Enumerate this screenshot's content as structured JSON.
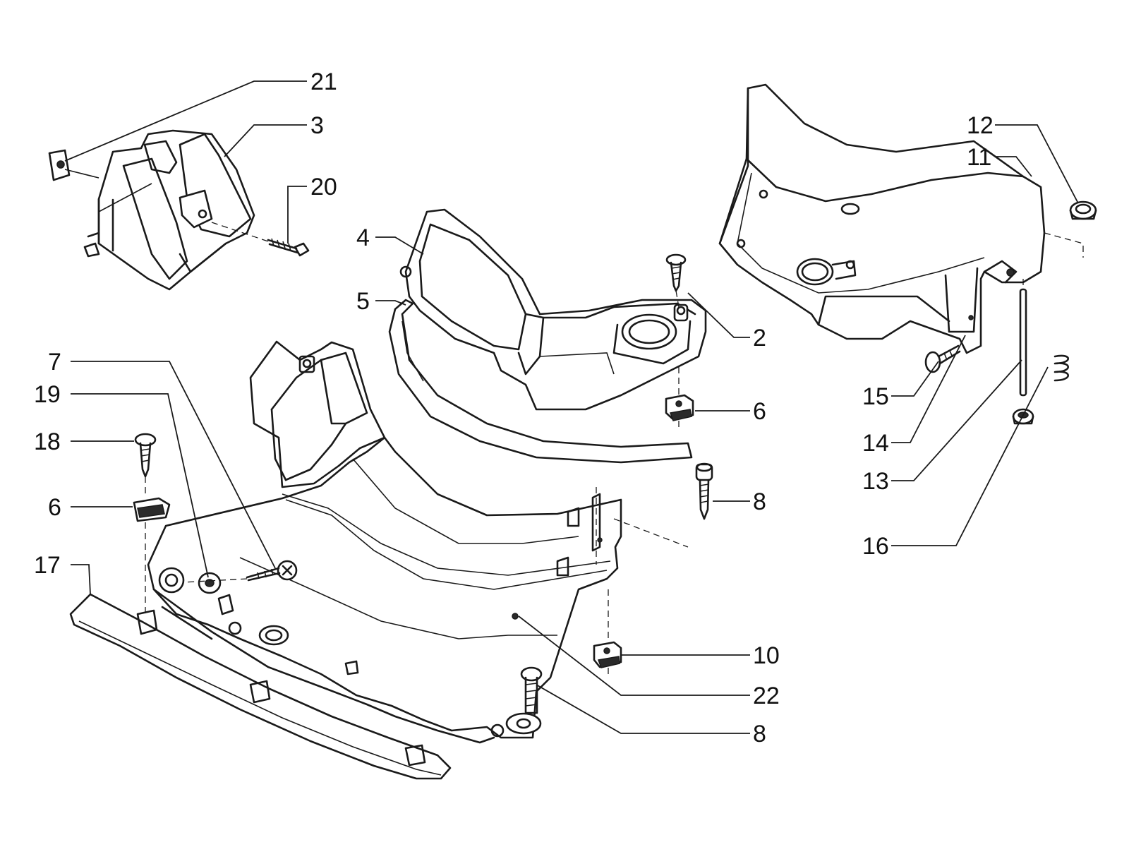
{
  "callouts": [
    {
      "id": "c21",
      "label": "21"
    },
    {
      "id": "c3",
      "label": "3"
    },
    {
      "id": "c20",
      "label": "20"
    },
    {
      "id": "c4",
      "label": "4"
    },
    {
      "id": "c5",
      "label": "5"
    },
    {
      "id": "c2",
      "label": "2"
    },
    {
      "id": "c6a",
      "label": "6"
    },
    {
      "id": "c8a",
      "label": "8"
    },
    {
      "id": "c7",
      "label": "7"
    },
    {
      "id": "c19",
      "label": "19"
    },
    {
      "id": "c18",
      "label": "18"
    },
    {
      "id": "c6b",
      "label": "6"
    },
    {
      "id": "c17",
      "label": "17"
    },
    {
      "id": "c10",
      "label": "10"
    },
    {
      "id": "c22",
      "label": "22"
    },
    {
      "id": "c8b",
      "label": "8"
    },
    {
      "id": "c12",
      "label": "12"
    },
    {
      "id": "c11",
      "label": "11"
    },
    {
      "id": "c15",
      "label": "15"
    },
    {
      "id": "c14",
      "label": "14"
    },
    {
      "id": "c13",
      "label": "13"
    },
    {
      "id": "c16",
      "label": "16"
    }
  ]
}
